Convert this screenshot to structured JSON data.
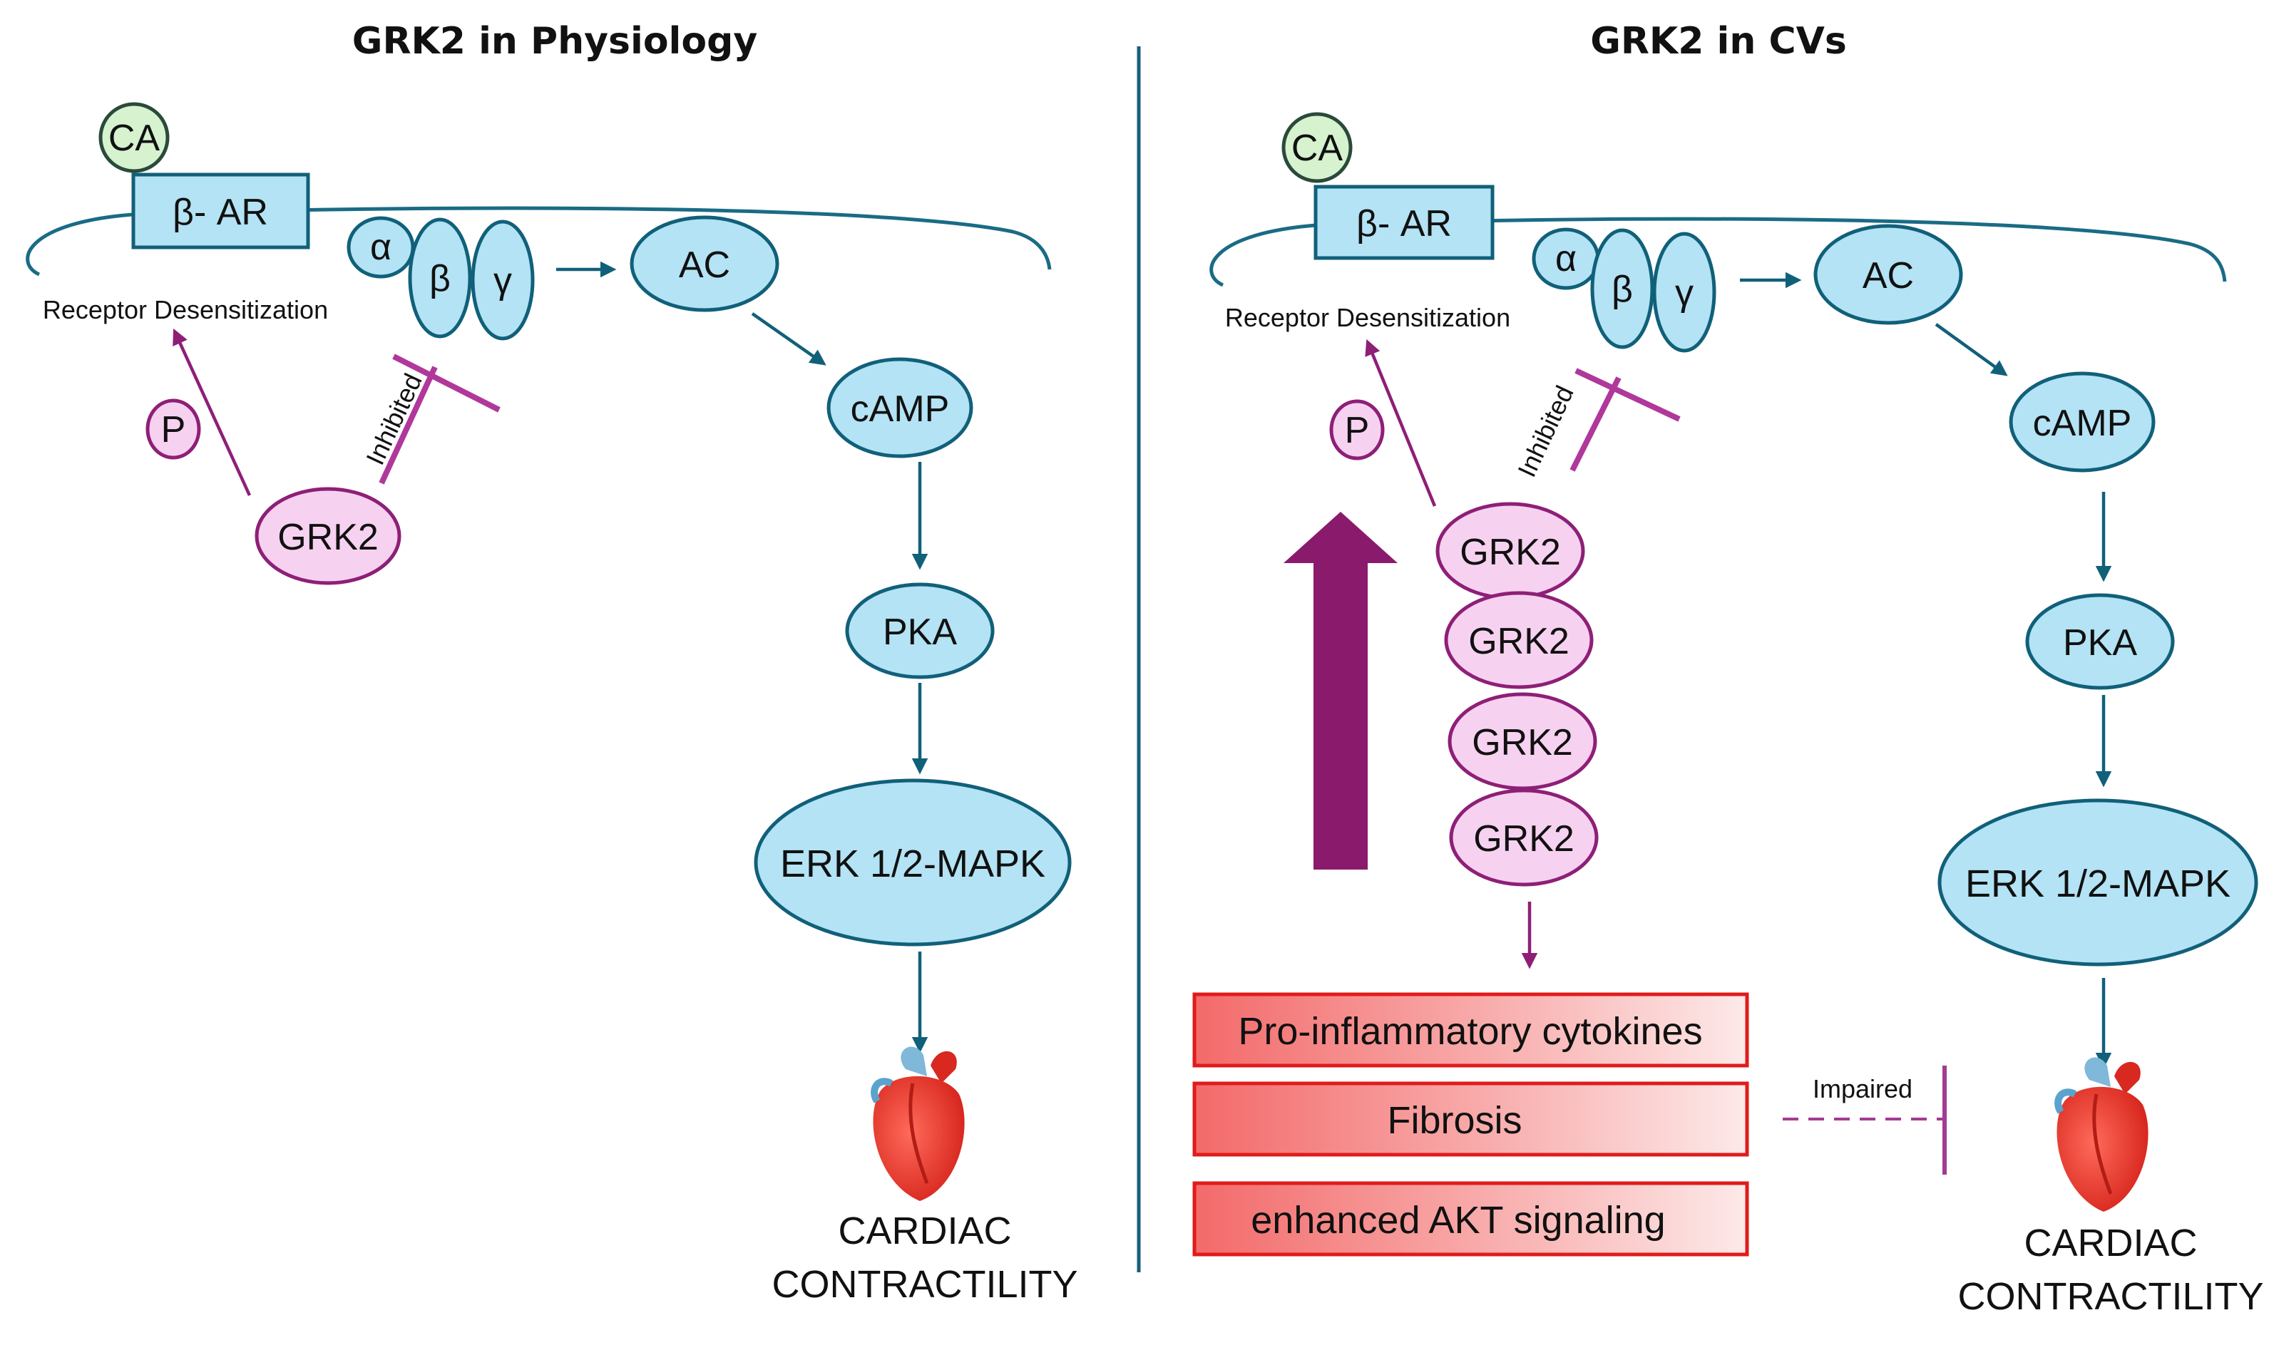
{
  "left_panel": {
    "title": "GRK2 in Physiology",
    "ca_label": "CA",
    "receptor_label": "β- AR",
    "alpha_label": "α",
    "beta_label": "β",
    "gamma_label": "γ",
    "ac_label": "AC",
    "camp_label": "cAMP",
    "pka_label": "PKA",
    "erk_label": "ERK 1/2-MAPK",
    "desensitization_label": "Receptor Desensitization",
    "p_label": "P",
    "grk2_label": "GRK2",
    "inhibited_label": "Inhibited",
    "outcome_line1": "CARDIAC",
    "outcome_line2": "CONTRACTILITY"
  },
  "right_panel": {
    "title": "GRK2 in CVs",
    "ca_label": "CA",
    "receptor_label": "β- AR",
    "alpha_label": "α",
    "beta_label": "β",
    "gamma_label": "γ",
    "ac_label": "AC",
    "camp_label": "cAMP",
    "pka_label": "PKA",
    "erk_label": "ERK 1/2-MAPK",
    "desensitization_label": "Receptor Desensitization",
    "p_label": "P",
    "grk2_stack": [
      "GRK2",
      "GRK2",
      "GRK2",
      "GRK2"
    ],
    "inhibited_label": "Inhibited",
    "effects": [
      "Pro-inflammatory cytokines",
      "Fibrosis",
      "enhanced AKT signaling"
    ],
    "impaired_label": "Impaired",
    "outcome_line1": "CARDIAC",
    "outcome_line2": "CONTRACTILITY"
  },
  "colors": {
    "pathway_blue": "#b3e3f4",
    "grk2_pink": "#f6d2f0",
    "upregulation_arrow": "#8a1a6b",
    "effect_box_red": "#e01b1b"
  },
  "icons": [
    "heart-icon",
    "upregulation-arrow-icon"
  ]
}
